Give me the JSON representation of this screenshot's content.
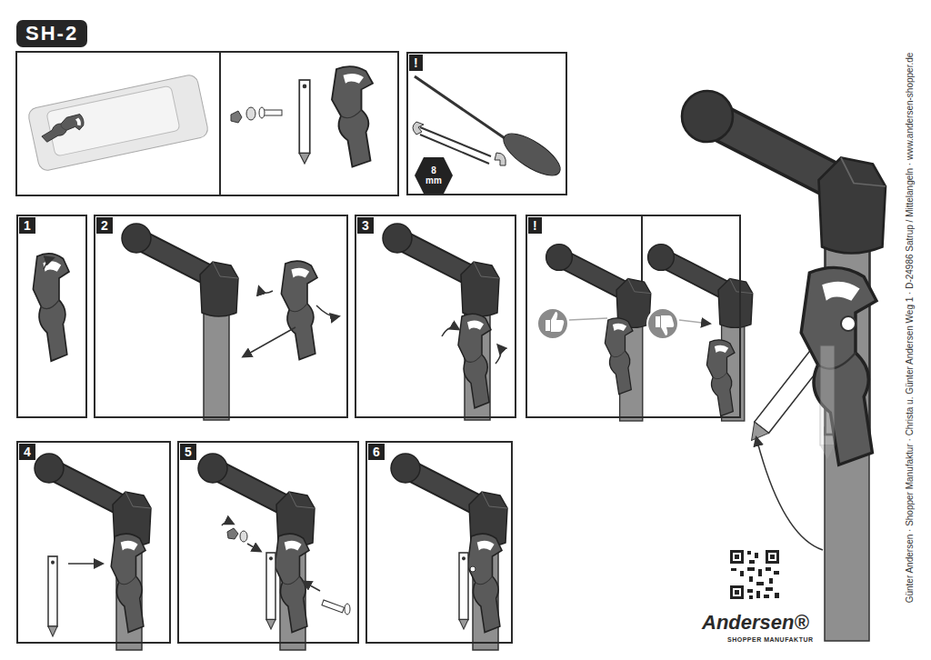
{
  "diagram": {
    "title": "SH-2",
    "nodes": [
      {
        "text": [
          "!"
        ]
      },
      {
        "text": [
          "8 mm"
        ],
        "in": 0
      },
      {
        "text": [
          "1"
        ]
      },
      {
        "text": [
          "2"
        ]
      },
      {
        "text": [
          "3"
        ]
      },
      {
        "text": [
          "!"
        ]
      },
      {
        "text": [
          "4"
        ]
      },
      {
        "text": [
          "5"
        ]
      },
      {
        "text": [
          "6"
        ]
      }
    ],
    "labels": [
      "Günter Andersen · Shopper Manufaktur · Christa u. Günter Andersen Weg 1 · D-24986 Satrup / Mittelangeln · www.andersen-shopper.de",
      "Andersen®",
      "SHOPPER MANUFAKTUR"
    ]
  }
}
